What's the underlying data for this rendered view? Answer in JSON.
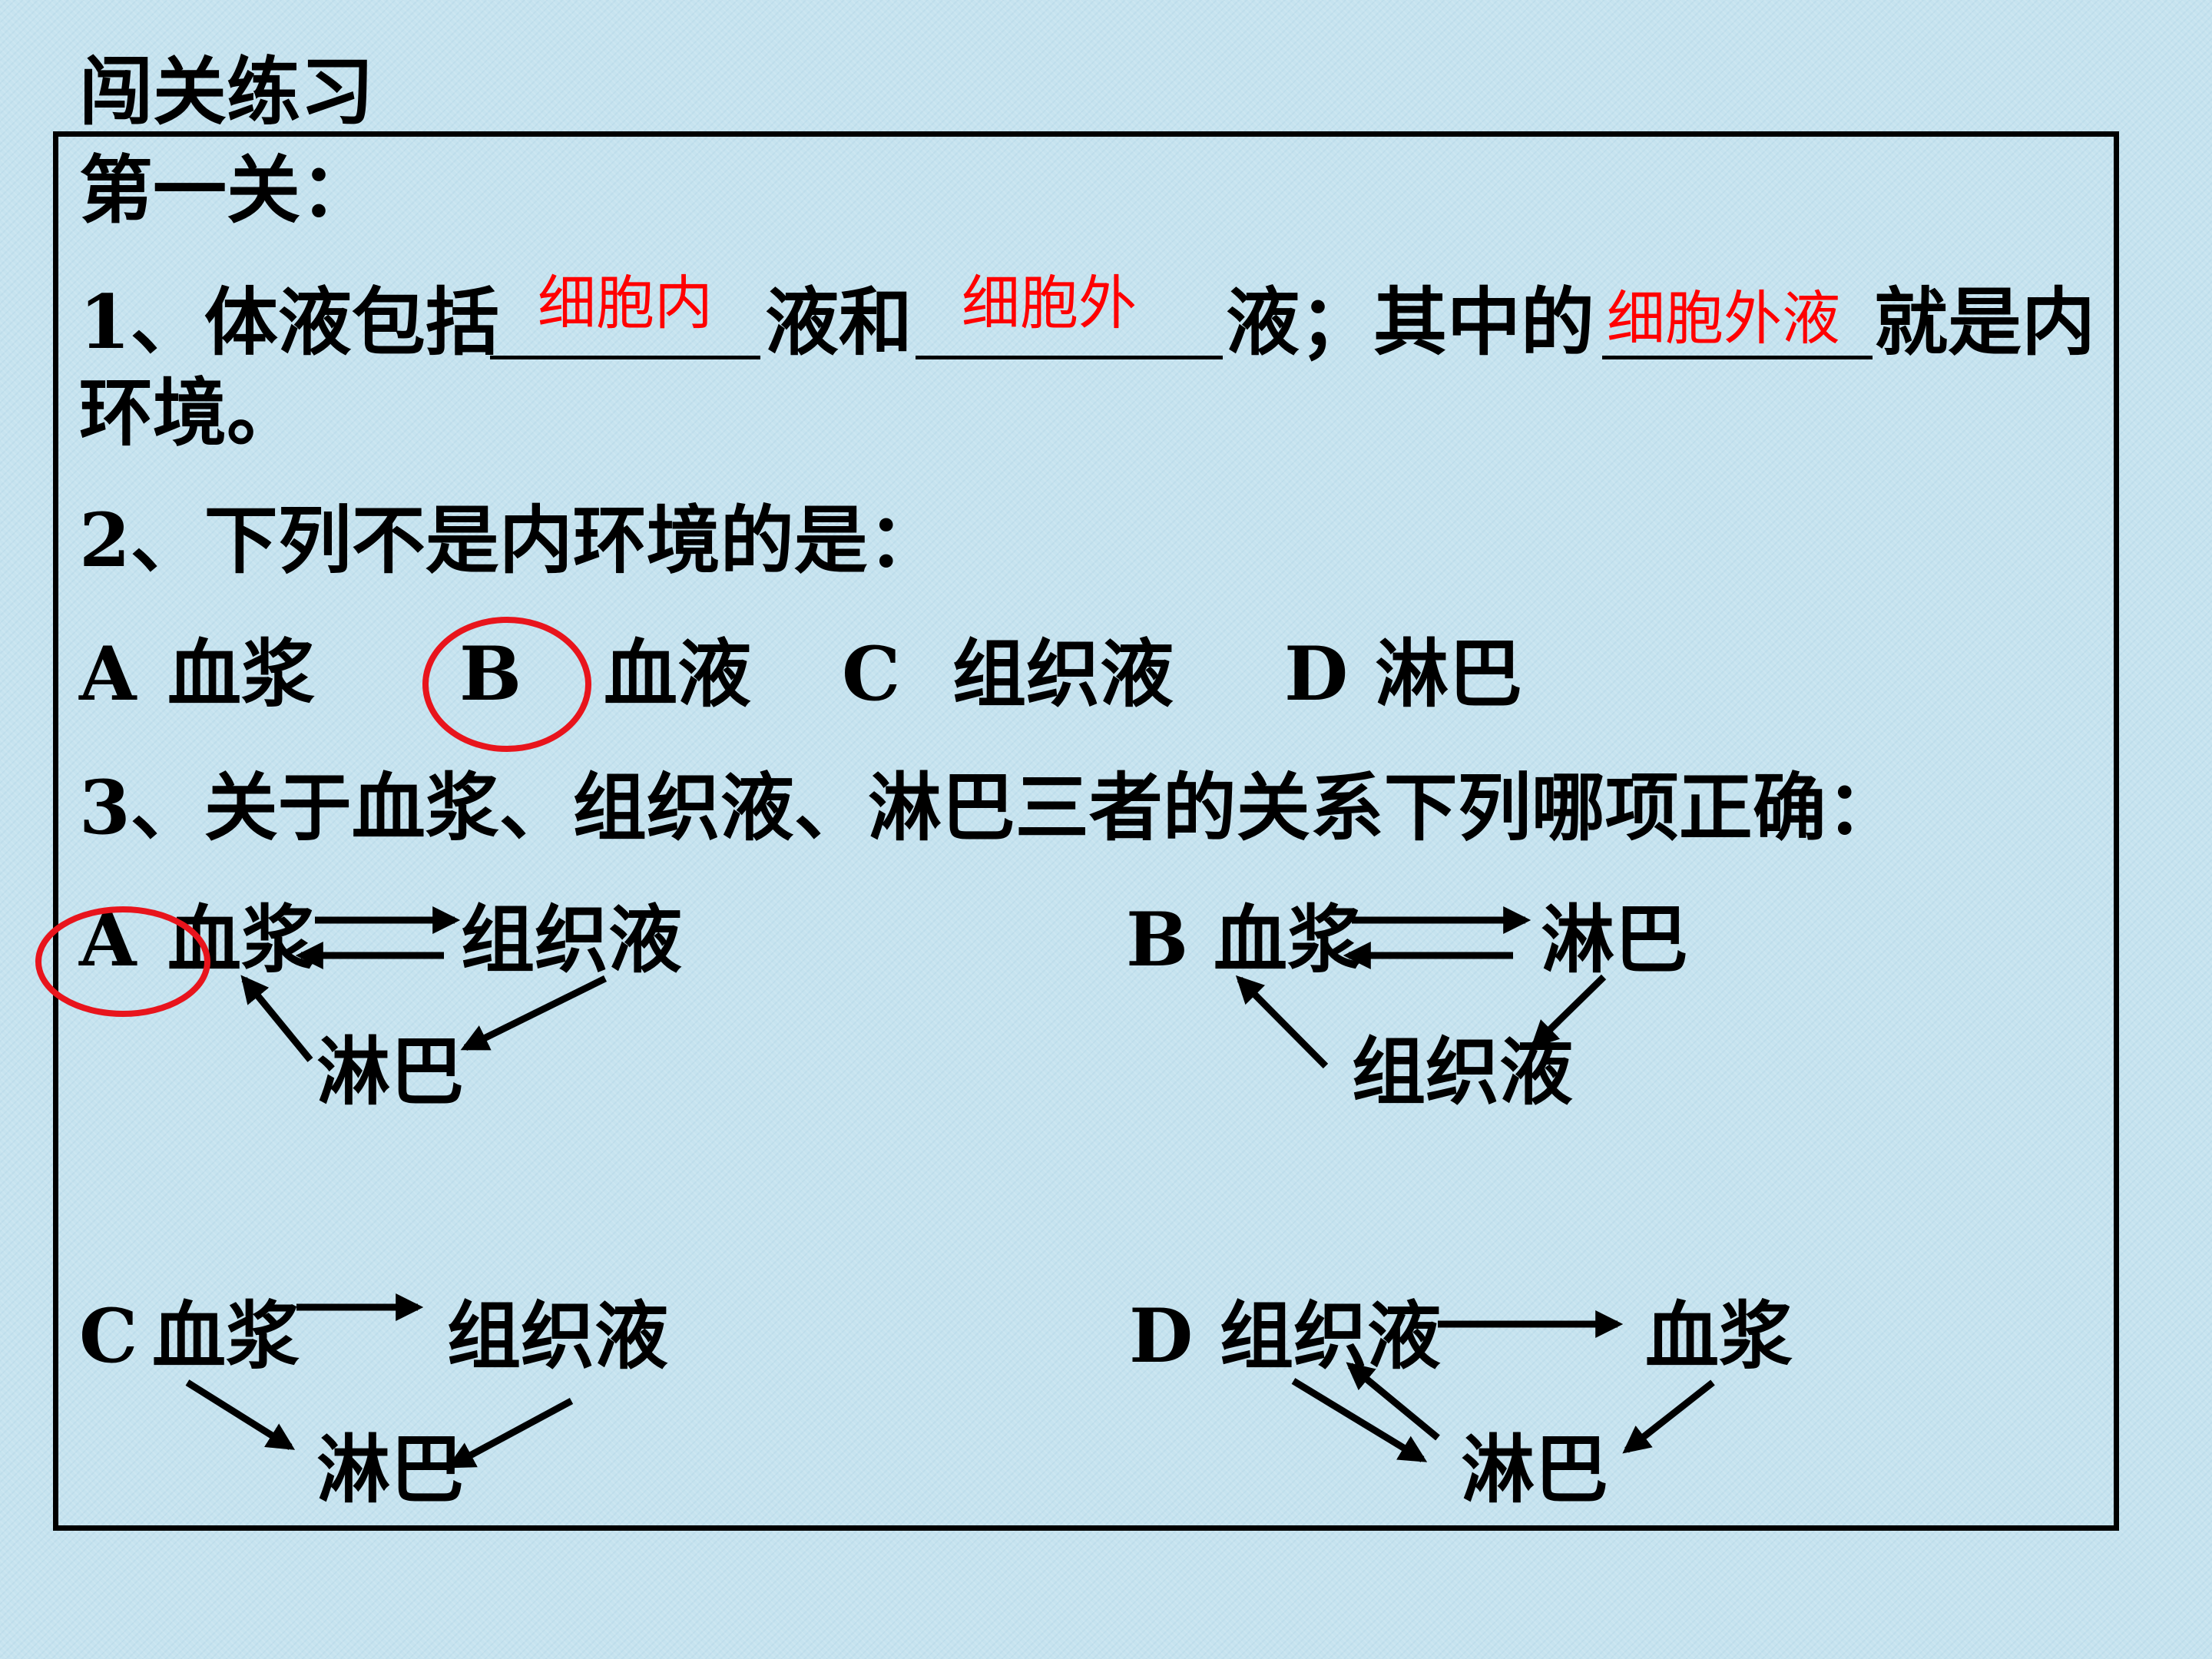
{
  "page_title": "闯关练习",
  "level_title": "第一关：",
  "q1": {
    "lead": "1、体液包括",
    "mid1": "液和",
    "mid2": "液；其中的",
    "tail1": "就是内",
    "tail2": "环境。",
    "answers": [
      "细胞内",
      "细胞外",
      "细胞外液"
    ]
  },
  "q2": {
    "question": "2、下列不是内环境的是：",
    "options": [
      {
        "letter": "A",
        "text": "血浆"
      },
      {
        "letter": "B",
        "text": "血液"
      },
      {
        "letter": "C",
        "text": "组织液"
      },
      {
        "letter": "D",
        "text": "淋巴"
      }
    ],
    "circled_option": "B"
  },
  "q3": {
    "question": "3、关于血浆、组织液、淋巴三者的关系下列哪项正确：",
    "circled_option": "A",
    "options": {
      "A": {
        "letter": "A",
        "top_left": "血浆",
        "top_right": "组织液",
        "bottom": "淋巴"
      },
      "B": {
        "letter": "B",
        "top_left": "血浆",
        "top_right": "淋巴",
        "bottom": "组织液"
      },
      "C": {
        "letter": "C",
        "top_left": "血浆",
        "top_right": "组织液",
        "bottom": "淋巴"
      },
      "D": {
        "letter": "D",
        "top_left": "组织液",
        "top_right": "血浆",
        "bottom": "淋巴"
      }
    }
  },
  "colors": {
    "answer": "#ff0000",
    "circle": "#e8141c",
    "background": "#c6e3ef",
    "text": "#000000"
  }
}
